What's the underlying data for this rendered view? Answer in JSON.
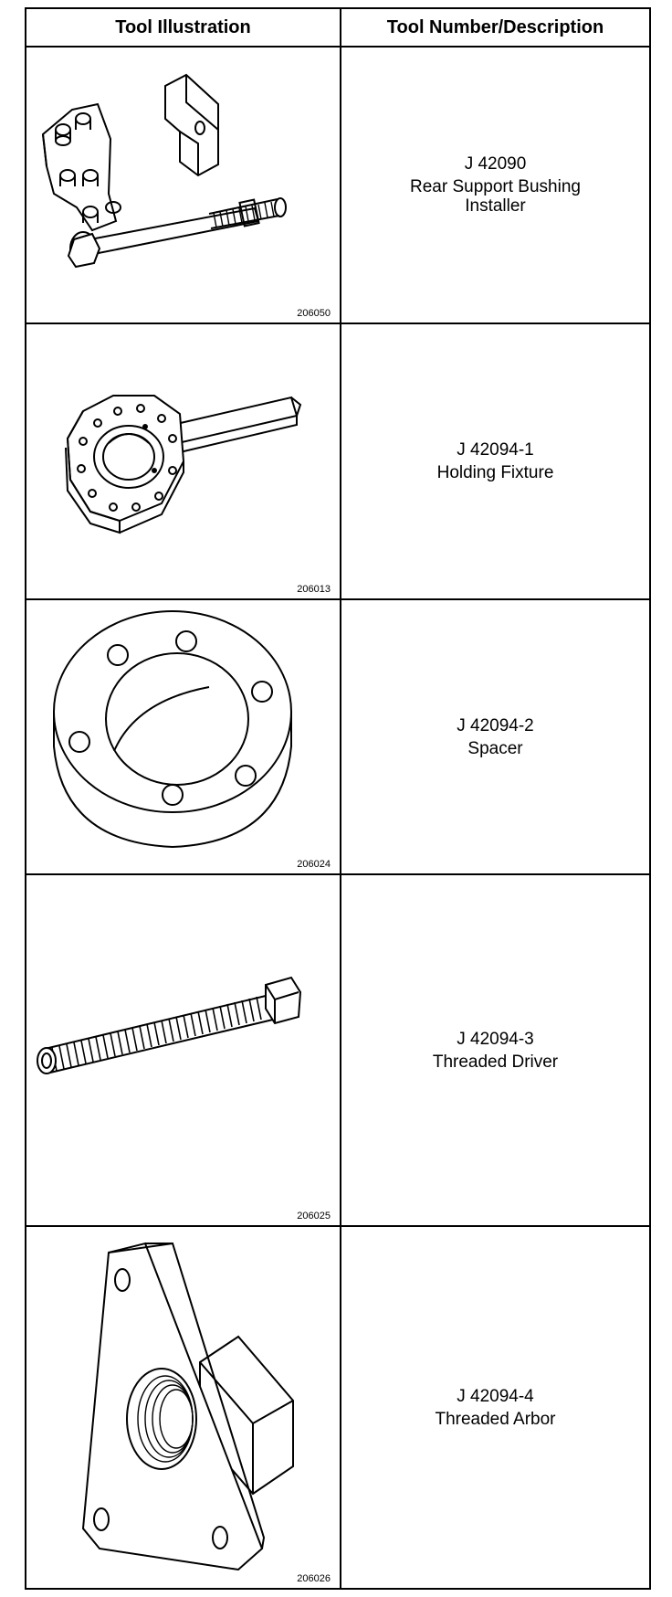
{
  "header": {
    "col1": "Tool Illustration",
    "col2": "Tool Number/Description"
  },
  "rows": [
    {
      "code": "206050",
      "number": "J 42090",
      "description_line1": "Rear Support Bushing",
      "description_line2": "Installer",
      "illustration": "bushing-installer-parts"
    },
    {
      "code": "206013",
      "number": "J 42094-1",
      "description_line1": "Holding Fixture",
      "description_line2": "",
      "illustration": "holding-fixture"
    },
    {
      "code": "206024",
      "number": "J 42094-2",
      "description_line1": "Spacer",
      "description_line2": "",
      "illustration": "spacer-ring"
    },
    {
      "code": "206025",
      "number": "J 42094-3",
      "description_line1": "Threaded Driver",
      "description_line2": "",
      "illustration": "threaded-driver"
    },
    {
      "code": "206026",
      "number": "J 42094-4",
      "description_line1": "Threaded Arbor",
      "description_line2": "",
      "illustration": "threaded-arbor"
    }
  ]
}
